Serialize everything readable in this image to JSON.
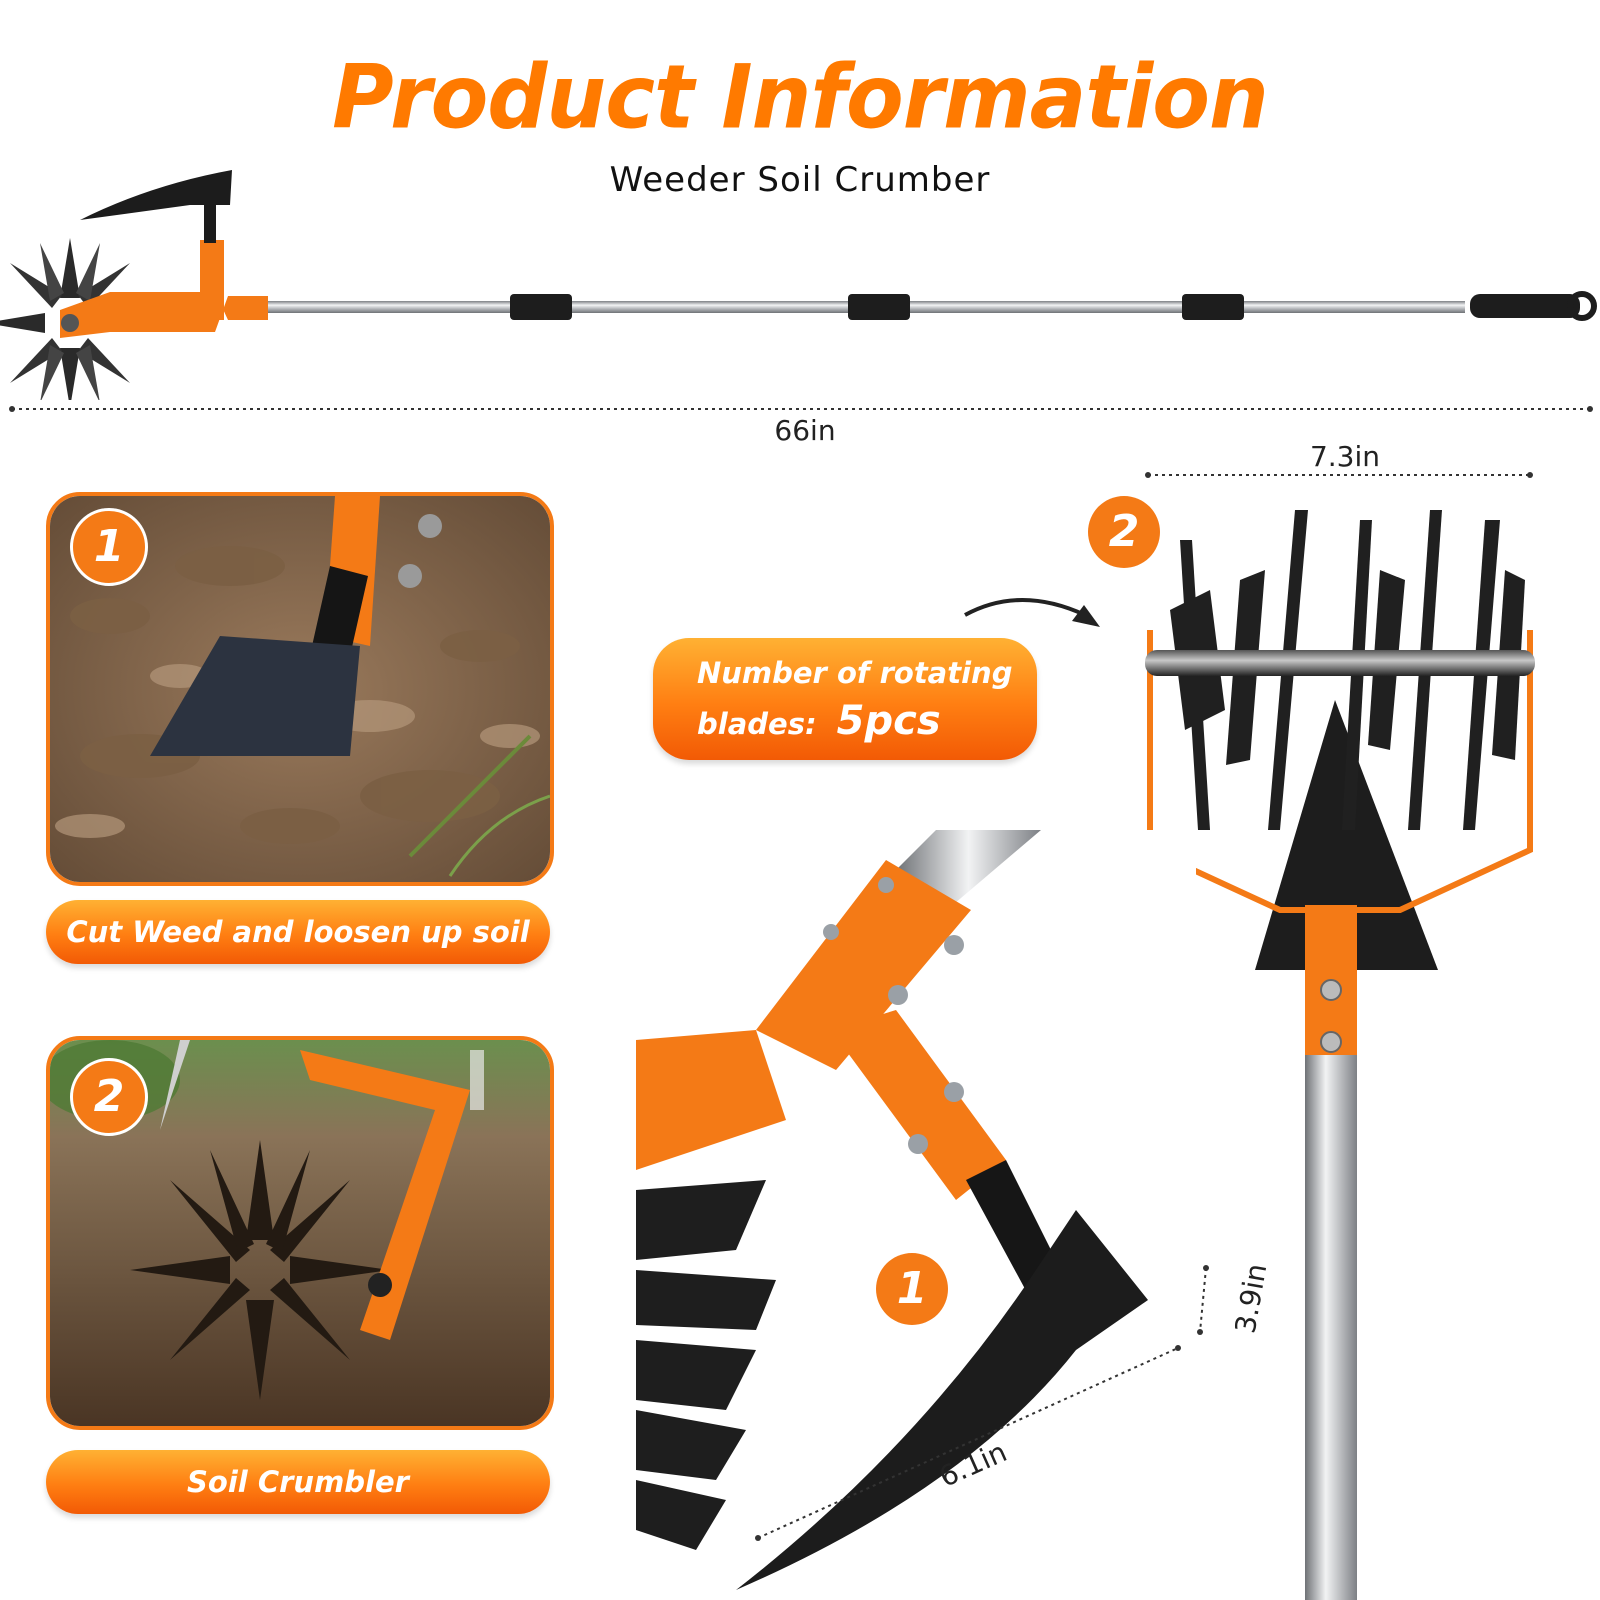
{
  "header": {
    "title": "Product Information",
    "subtitle": "Weeder Soil Crumber"
  },
  "dimensions": {
    "total_length": "66in",
    "rotor_width": "7.3in",
    "hoe_height": "3.9in",
    "hoe_width": "6.1in"
  },
  "features": [
    {
      "number": "1",
      "caption": "Cut Weed and loosen up soil"
    },
    {
      "number": "2",
      "caption": "Soil Crumbler"
    }
  ],
  "callout": {
    "line1": "Number of  rotating",
    "line2_prefix": "blades:",
    "line2_value": "5pcs"
  },
  "detail_badges": {
    "hoe": "1",
    "rotor": "2"
  },
  "colors": {
    "accent": "#f47a16",
    "metal": "#b9bcc0",
    "blade": "#1c1c1c"
  }
}
